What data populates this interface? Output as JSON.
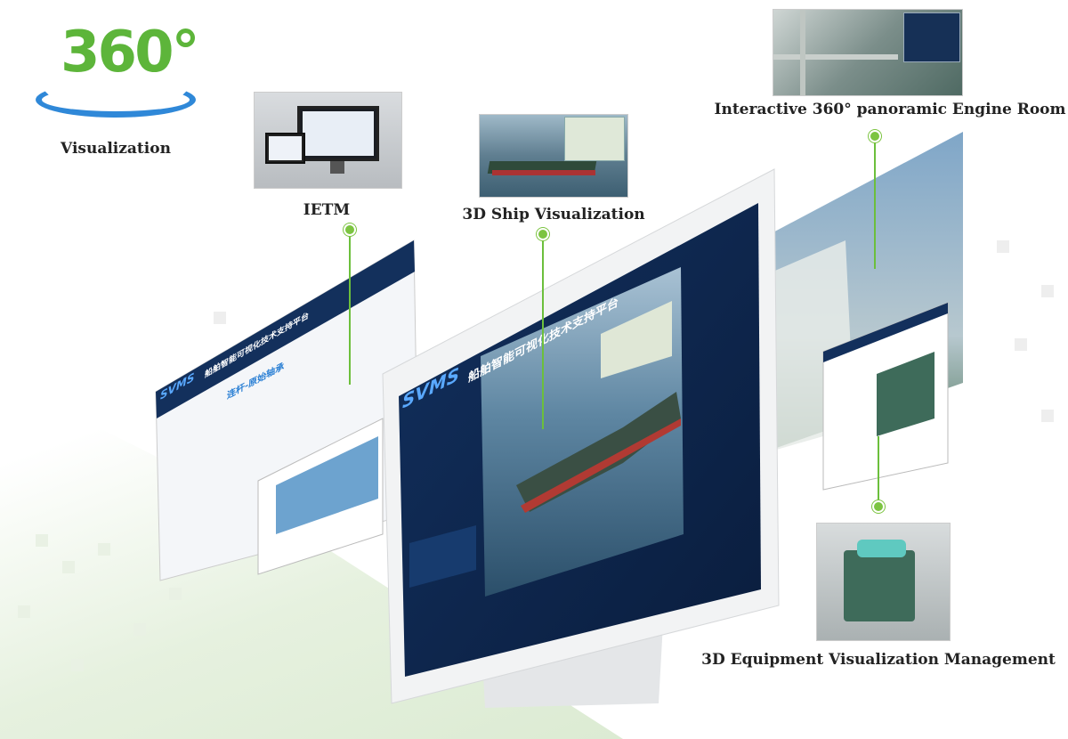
{
  "logo": {
    "text": "360°",
    "caption": "Visualization"
  },
  "labels": {
    "ietm": "IETM",
    "ship": "3D Ship Visualization",
    "engine": "Interactive 360° panoramic Engine Room",
    "equipment": "3D Equipment Visualization Management"
  },
  "screen": {
    "brand": "SVMS",
    "title": "船舶智能可视化技术支持平台",
    "ietm_heading": "连杆-原始轴承"
  },
  "colors": {
    "accent": "#7cc441",
    "screen": "#0f2a55"
  }
}
